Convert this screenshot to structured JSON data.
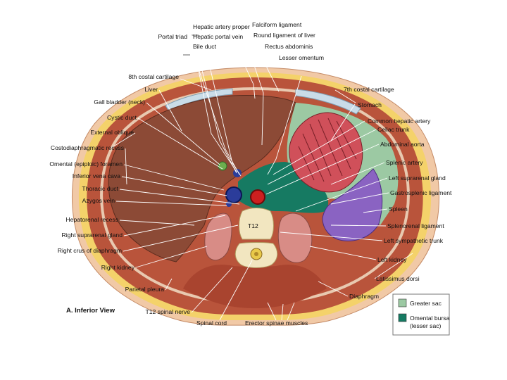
{
  "figure": {
    "caption": "A. Inferior View",
    "vertebra_label": "T12",
    "colors": {
      "skin": "#f1c9a6",
      "fat": "#f4d26a",
      "muscle": "#b9543b",
      "liver": "#8c4a36",
      "greater_sac": "#9cc9a3",
      "omental_bursa": "#167a62",
      "stomach": "#d0505a",
      "spleen": "#8a63c2",
      "kidney": "#d88c86",
      "ivc": "#2b3c9a",
      "aorta": "#cc2020",
      "bone": "#f2e6c0"
    },
    "labels_left": [
      "Portal triad",
      "8th costal cartilage",
      "Liver",
      "Gall bladder (neck)",
      "Cystic duct",
      "External oblique",
      "Costodiaphragmatic recess",
      "Omental (epiploic) foramen",
      "Inferior vena cava",
      "Thoracic duct",
      "Azygos vein",
      "Hepatorenal recess",
      "Right suprarenal gland",
      "Right crus of diaphragm",
      "Right kidney",
      "Parietal pleura",
      "T12 spinal nerve",
      "Spinal cord"
    ],
    "labels_top": [
      "Hepatic artery proper",
      "Hepatic portal vein",
      "Bile duct",
      "Falciform ligament",
      "Round ligament of liver",
      "Rectus abdominis",
      "Lesser omentum"
    ],
    "labels_right": [
      "7th costal cartilage",
      "Stomach",
      "Common hepatic artery",
      "Celiac trunk",
      "Abdominal aorta",
      "Splenic artery",
      "Left suprarenal gland",
      "Gastrosplenic ligament",
      "Spleen",
      "Splenorenal ligament",
      "Left sympathetic trunk",
      "Left kidney",
      "Latissimus dorsi",
      "Diaphragm",
      "Erector spinae muscles"
    ],
    "legend": [
      {
        "swatch": "#9cc9a3",
        "lines": [
          "Greater sac"
        ]
      },
      {
        "swatch": "#167a62",
        "lines": [
          "Omental bursa",
          "(lesser sac)"
        ]
      }
    ]
  }
}
